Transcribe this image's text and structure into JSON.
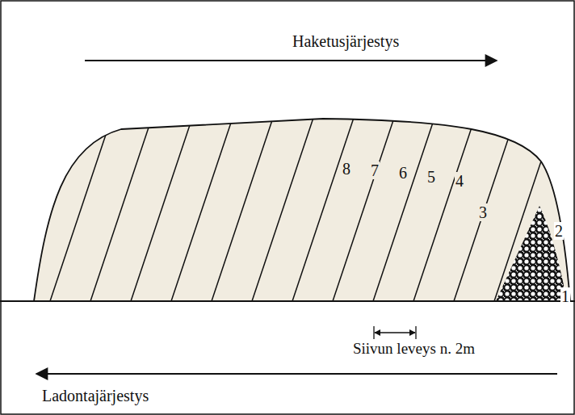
{
  "diagram": {
    "labels": [
      "Haketusjärjestys",
      "8",
      "7",
      "6",
      "5",
      "4",
      "3",
      "2",
      "1",
      "Siivun leveys n. 2m",
      "Ladontajärjestys"
    ]
  }
}
